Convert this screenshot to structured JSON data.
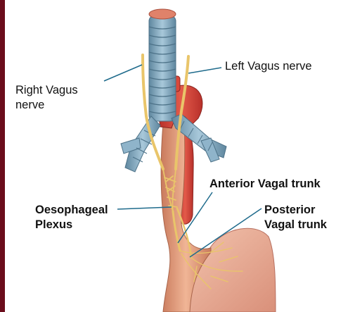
{
  "labels": {
    "right_vagus": [
      "Right Vagus",
      "nerve"
    ],
    "left_vagus": "Left Vagus nerve",
    "anterior_trunk": "Anterior Vagal trunk",
    "oesophageal_plexus": [
      "Oesophageal",
      "Plexus"
    ],
    "posterior_trunk": [
      "Posterior",
      "Vagal trunk"
    ]
  },
  "colors": {
    "border_bar": "#6b0d1c",
    "trachea": "#7ea7bf",
    "esophagus": "#e8a886",
    "stomach": "#e9b29a",
    "aorta": "#d9483b",
    "nerve": "#e9c56a",
    "leader_line": "#1f6b8c"
  }
}
